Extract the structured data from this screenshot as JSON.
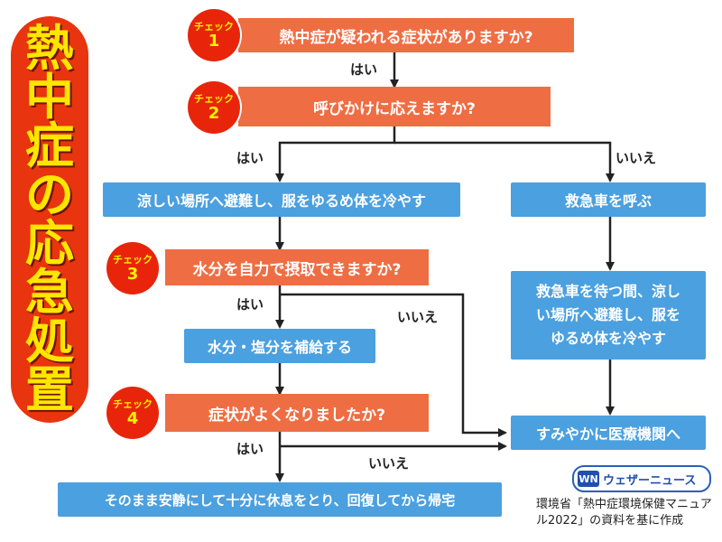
{
  "title": "熱中症の応急処置",
  "checks": [
    {
      "label": "チェック",
      "number": "1",
      "question": "熱中症が疑われる症状がありますか?"
    },
    {
      "label": "チェック",
      "number": "2",
      "question": "呼びかけに応えますか?"
    },
    {
      "label": "チェック",
      "number": "3",
      "question": "水分を自力で摂取できますか?"
    },
    {
      "label": "チェック",
      "number": "4",
      "question": "症状がよくなりましたか?"
    }
  ],
  "actions": {
    "cool_down": "涼しい場所へ避難し、服をゆるめ体を冷やす",
    "call_ambulance": "救急車を呼ぶ",
    "while_waiting": "救急車を待つ間、涼しい場所へ避難し、服をゆるめ体を冷やす",
    "hydrate": "水分・塩分を補給する",
    "medical": "すみやかに医療機関へ",
    "rest": "そのまま安静にして十分に休息をとり、回復してから帰宅"
  },
  "answers": {
    "yes1": "はい",
    "yes2": "はい",
    "no2": "いいえ",
    "yes3": "はい",
    "no3": "いいえ",
    "yes4": "はい",
    "no4": "いいえ"
  },
  "logo": {
    "mark": "WN",
    "text": "ウェザーニュース"
  },
  "source": "環境省「熱中症環境保健マニュアル2022」の資料を基に作成",
  "colors": {
    "title_bg": "#e8340f",
    "title_text": "#ffe600",
    "question_box": "#ef6d43",
    "action_box": "#4ba0df",
    "badge": "#e8250a"
  }
}
